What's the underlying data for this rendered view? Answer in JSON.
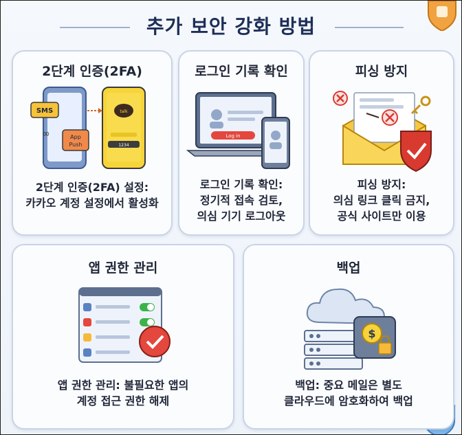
{
  "page": {
    "title": "추가 보안 강화 방법"
  },
  "cards": [
    {
      "title": "2단계 인증(2FA)",
      "description": "2단계 인증(2FA) 설정:\n카카오 계정 설정에서 활성화",
      "illustration": {
        "icon": "phone-sms-app-icon",
        "sms_bubble": "SMS",
        "app_bubble": "App\nPush",
        "kakao_badge": "talk",
        "code_bar": "1234"
      }
    },
    {
      "title": "로그인 기록 확인",
      "description": "로그인 기록 확인:\n정기적 접속 검토,\n의심 기기 로그아웃",
      "illustration": {
        "icon": "laptop-login-history-icon",
        "alert_label": "Log in"
      }
    },
    {
      "title": "피싱 방지",
      "description": "피싱 방지:\n의심 링크 클릭 금지,\n공식 사이트만 이용",
      "illustration": {
        "icon": "phishing-envelope-shield-icon"
      }
    },
    {
      "title": "앱 권한 관리",
      "description": "앱 권한 관리: 불필요한 앱의\n계정 접근 권한 해제",
      "illustration": {
        "icon": "app-permission-toggle-icon"
      }
    },
    {
      "title": "백업",
      "description": "백업: 중요 메일은 별도\n클라우드에 암호화하여 백업",
      "illustration": {
        "icon": "cloud-backup-server-lock-icon"
      }
    }
  ],
  "colors": {
    "title": "#1d2f57",
    "card_border": "#c9d4e6",
    "accent_red": "#e4473d",
    "accent_yellow": "#f6d33a",
    "accent_blue": "#5b82c2",
    "accent_green": "#3bb34a"
  }
}
